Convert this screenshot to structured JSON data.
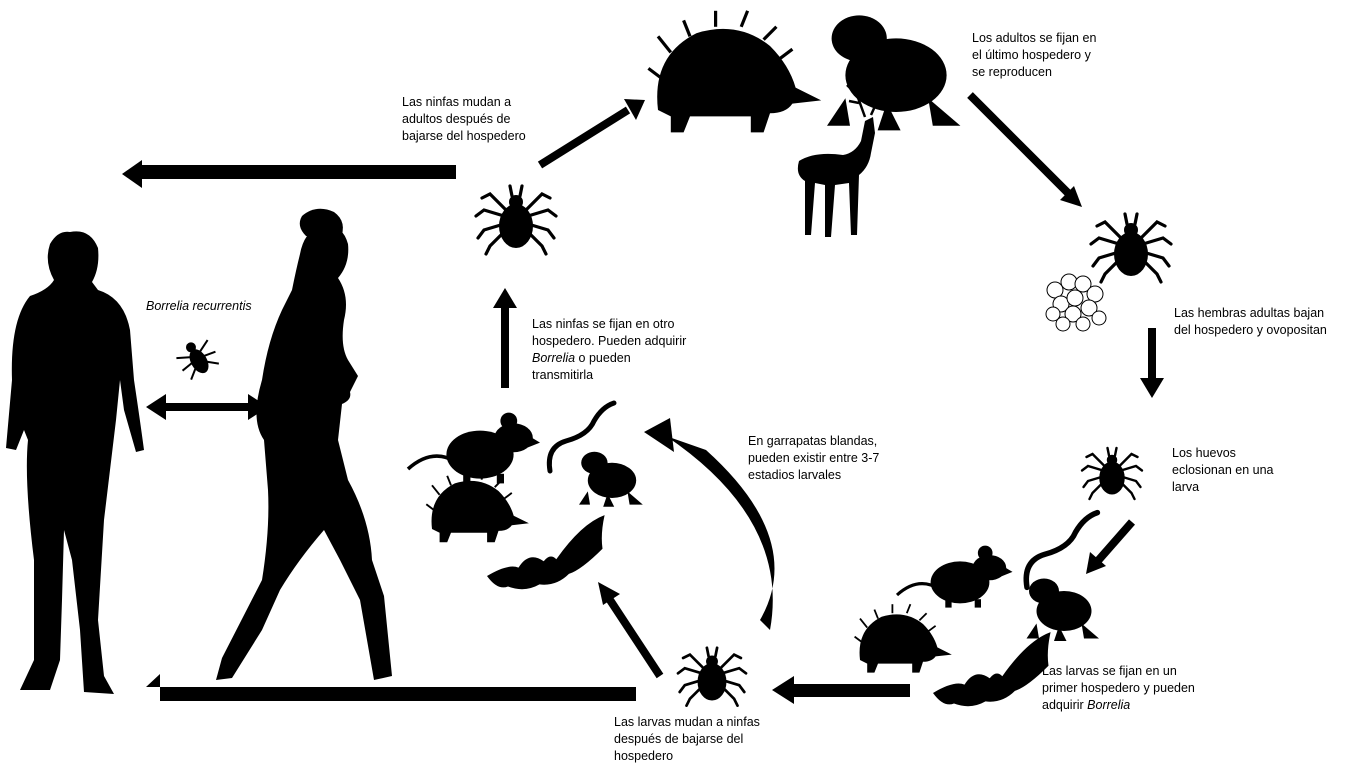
{
  "labels": {
    "ninfas_mudan": [
      "Las ninfas mudan a",
      "adultos después de",
      "bajarse del hospedero"
    ],
    "adultos_fijan": [
      "Los adultos se fijan en",
      "el último hospedero y",
      "se reproducen"
    ],
    "hembras": [
      "Las hembras adultas bajan",
      "del hospedero y ovopositan"
    ],
    "huevos": [
      "Los huevos",
      "eclosionan en una",
      "larva"
    ],
    "larvas_fijan": {
      "l1": "Las larvas se fijan en un",
      "l2": "primer hospedero y pueden",
      "l3_pre": "adquirir ",
      "l3_it": "Borrelia"
    },
    "larvas_mudan": [
      "Las larvas mudan a ninfas",
      "después de bajarse del",
      "hospedero"
    ],
    "ninfas_fijan": {
      "l1": "Las ninfas se fijan en otro",
      "l2": "hospedero. Pueden adquirir",
      "l3_it": "Borrelia",
      "l3_post": " o pueden",
      "l4": "transmitirla"
    },
    "garrapatas": [
      "En garrapatas blandas,",
      "pueden existir entre 3-7",
      "estadios larvales"
    ],
    "borrelia_recurrentis": "Borrelia recurrentis"
  },
  "icons": [
    "tick-icon",
    "deer-icon",
    "echidna-icon",
    "toad-icon",
    "mouse-icon",
    "snake-icon",
    "bat-icon",
    "louse-icon",
    "eggs-icon",
    "man-icon",
    "woman-icon",
    "arrow-icon"
  ]
}
